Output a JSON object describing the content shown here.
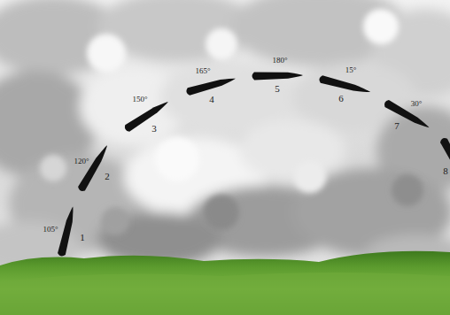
{
  "diagram": {
    "labels": [
      "105°",
      "1",
      "120°",
      "2",
      "150°",
      "3",
      "165°",
      "4",
      "180°",
      "5",
      "15°",
      "6",
      "30°",
      "7",
      "8"
    ]
  }
}
